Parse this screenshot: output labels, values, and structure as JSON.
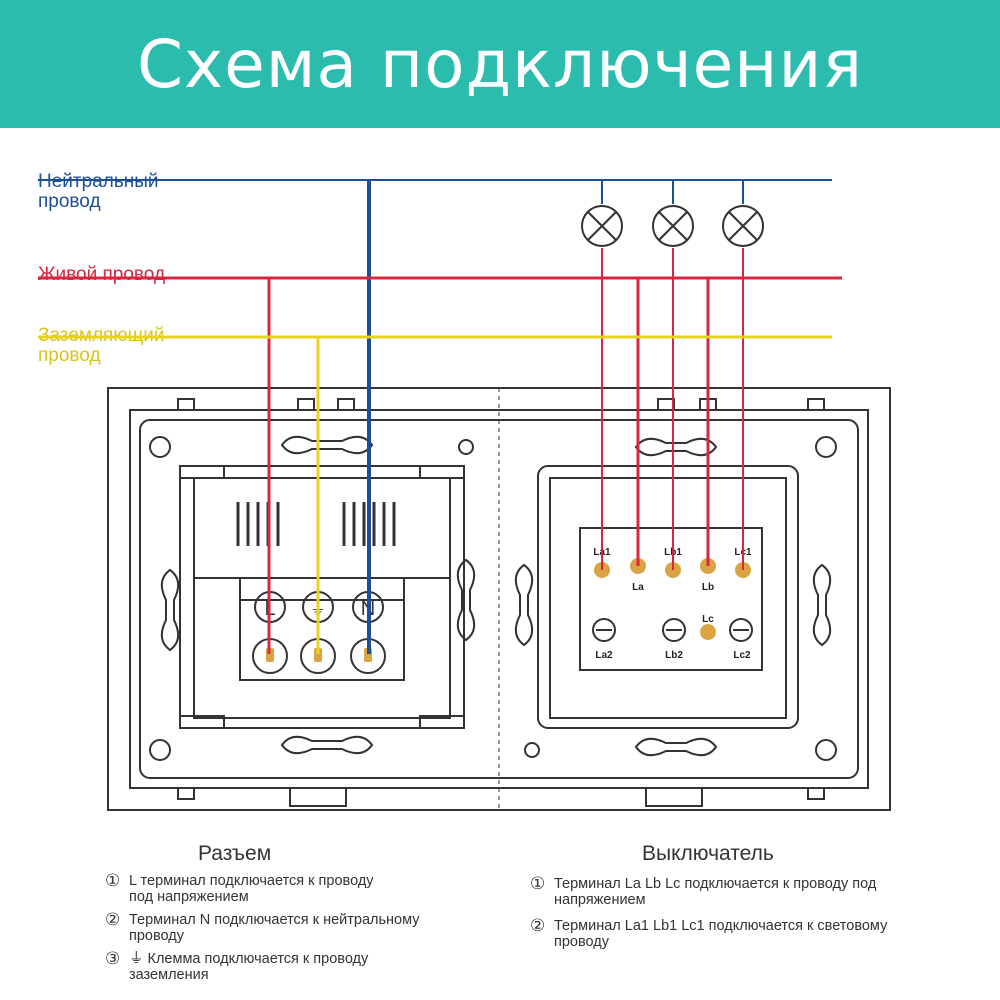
{
  "header": {
    "title": "Схема подключения"
  },
  "wires": {
    "neutral_label": "Нейтральный\nпровод",
    "live_label": "Живой провод",
    "ground_label": "Заземляющий\nпровод",
    "colors": {
      "neutral": "#1d4f99",
      "live": "#d7263d",
      "ground": "#e8d31c",
      "frame": "#333333",
      "teal": "#2bbcad",
      "terminal": "#d9a441"
    }
  },
  "socket": {
    "terminal_labels": [
      "L",
      "⏚",
      "N"
    ]
  },
  "switch": {
    "top_labels": [
      "La1",
      "La",
      "Lb1",
      "Lb",
      "Lc1"
    ],
    "bottom_labels": [
      "La2",
      "Lb2",
      "Lc",
      "Lc2"
    ]
  },
  "notes": {
    "socket_title": "Разъем",
    "switch_title": "Выключатель",
    "socket": [
      {
        "num": "①",
        "text": "L терминал подключается к проводу\nпод напряжением"
      },
      {
        "num": "②",
        "text": "Терминал N подключается к нейтральному\nпроводу"
      },
      {
        "num": "③",
        "text": "⏚ Клемма подключается к проводу\nзаземления"
      }
    ],
    "switch": [
      {
        "num": "①",
        "text": "Терминал La Lb Lc подключается к проводу под\nнапряжением"
      },
      {
        "num": "②",
        "text": "Терминал La1 Lb1 Lc1 подключается к световому\nпроводу"
      }
    ]
  }
}
